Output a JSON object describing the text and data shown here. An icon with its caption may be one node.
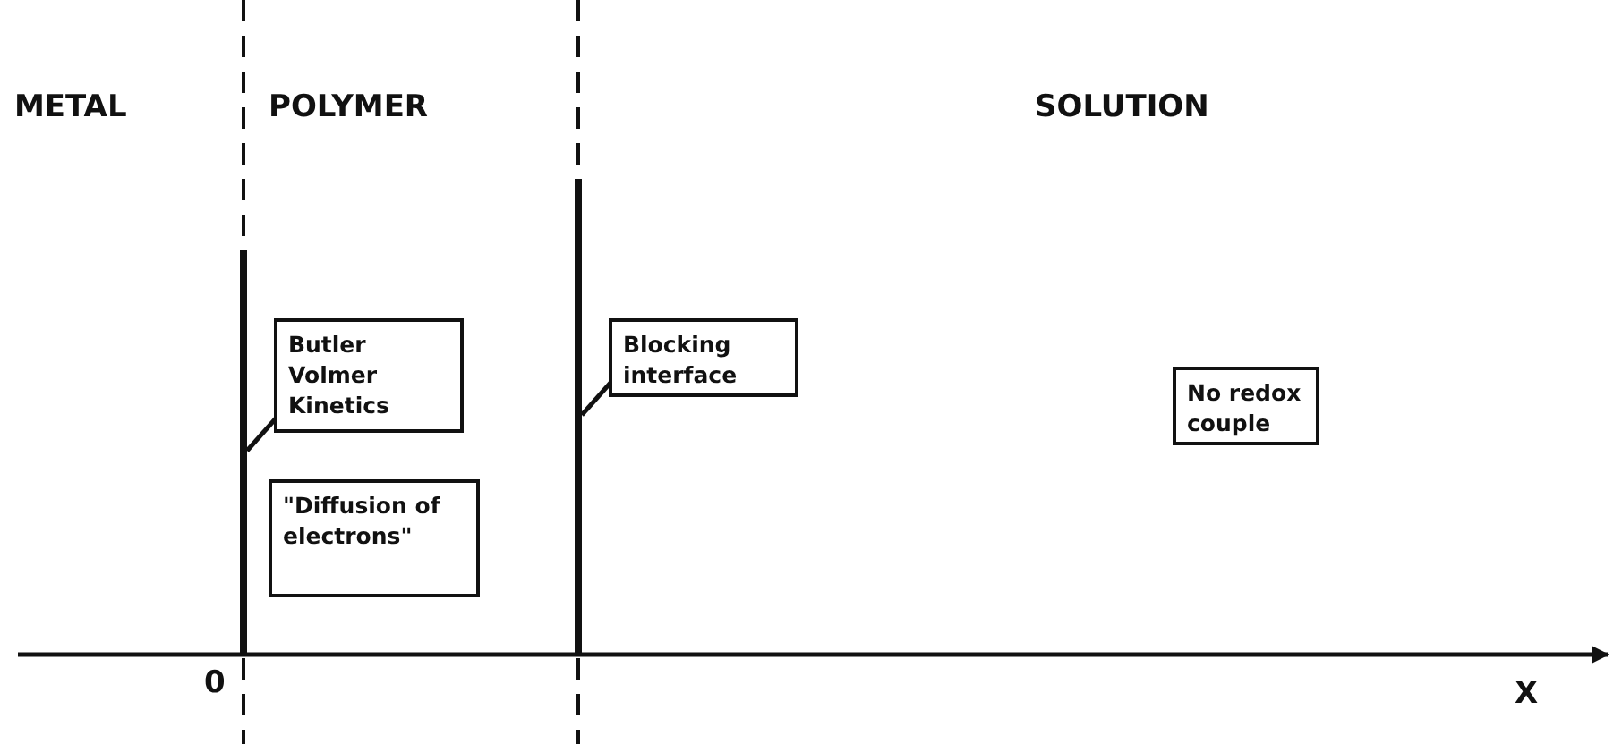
{
  "diagram": {
    "nodes": [
      {
        "text": [
          "Butler Volmer Kinetics"
        ]
      },
      {
        "text": [
          "Blocking interface"
        ]
      },
      {
        "text": [
          "No redox couple"
        ]
      },
      {
        "text": [
          "\"Diffusion of electrons\""
        ]
      },
      {
        "text": [],
        "shape": "bar"
      },
      {
        "text": [],
        "shape": "bar"
      }
    ],
    "edges": [
      {
        "from": 0,
        "to": 4,
        "arrow": "none"
      },
      {
        "from": 1,
        "to": 5,
        "arrow": "none"
      }
    ],
    "labels": [
      "METAL",
      "POLYMER",
      "SOLUTION",
      "0",
      "X"
    ]
  }
}
